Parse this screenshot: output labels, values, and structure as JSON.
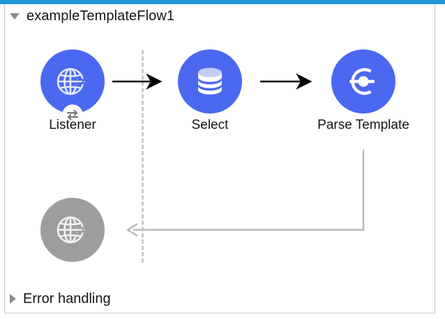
{
  "window": {
    "accent_color": "#1f97e0",
    "background": "#ffffff"
  },
  "flow": {
    "title": "exampleTemplateFlow1",
    "expanded": true,
    "disclosure_icon": "triangle-down-icon",
    "node_color": "#4b68f0",
    "disabled_color": "#9d9d9d",
    "nodes": [
      {
        "id": "listener",
        "label": "Listener",
        "icon": "globe-arrow-icon",
        "badge_icon": "exchange-arrows-icon",
        "state": "active",
        "color": "#4b68f0"
      },
      {
        "id": "select",
        "label": "Select",
        "icon": "database-icon",
        "state": "active",
        "color": "#4b68f0"
      },
      {
        "id": "parse-template",
        "label": "Parse Template",
        "icon": "parse-template-icon",
        "state": "active",
        "color": "#4b68f0"
      },
      {
        "id": "response",
        "label": "",
        "icon": "globe-arrow-icon",
        "state": "disabled",
        "color": "#9d9d9d"
      }
    ],
    "connectors": [
      {
        "id": "listener-to-select",
        "from": "listener",
        "to": "select",
        "style": "solid",
        "color": "#000000"
      },
      {
        "id": "select-to-parse-template",
        "from": "select",
        "to": "parse-template",
        "style": "solid",
        "color": "#000000"
      },
      {
        "id": "parse-template-to-response",
        "from": "parse-template",
        "to": "response",
        "style": "solid",
        "color": "#b4b4b4"
      }
    ],
    "lane_divider": {
      "style": "dashed",
      "color": "#c8c8c8"
    }
  },
  "error_section": {
    "title": "Error handling",
    "expanded": false,
    "disclosure_icon": "triangle-right-icon"
  }
}
